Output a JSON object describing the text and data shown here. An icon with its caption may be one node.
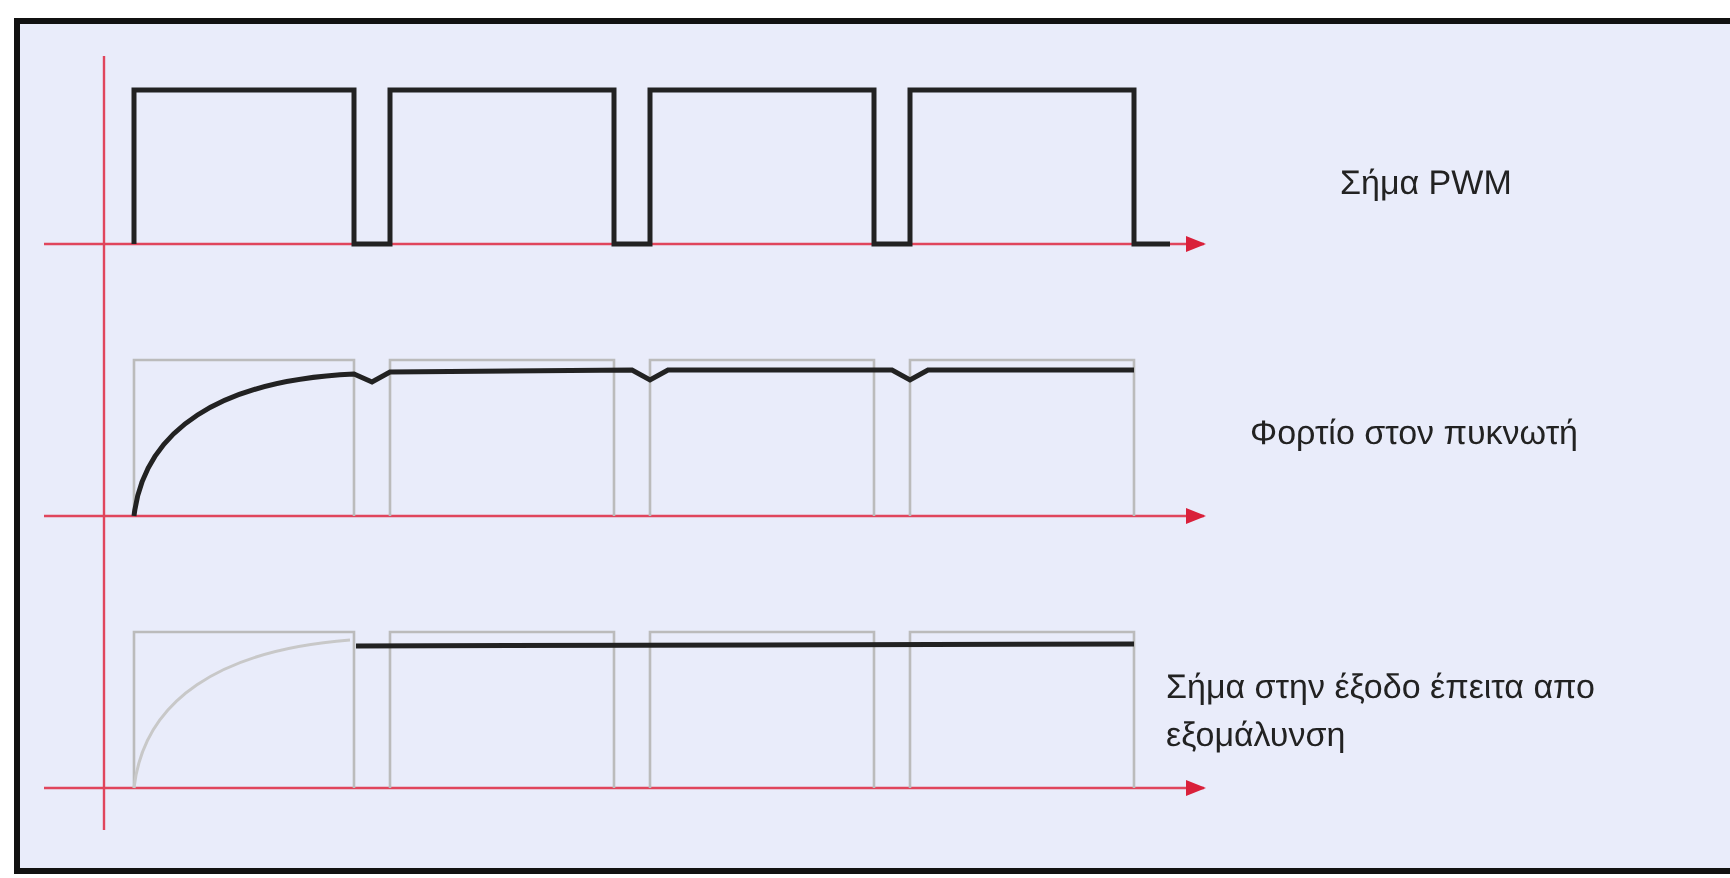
{
  "diagram": {
    "labels": [
      "Σήμα PWM",
      "Φορτίο στον πυκνωτή",
      "Σήμα στην έξοδο έπειτα απο εξομάλυνση"
    ]
  }
}
